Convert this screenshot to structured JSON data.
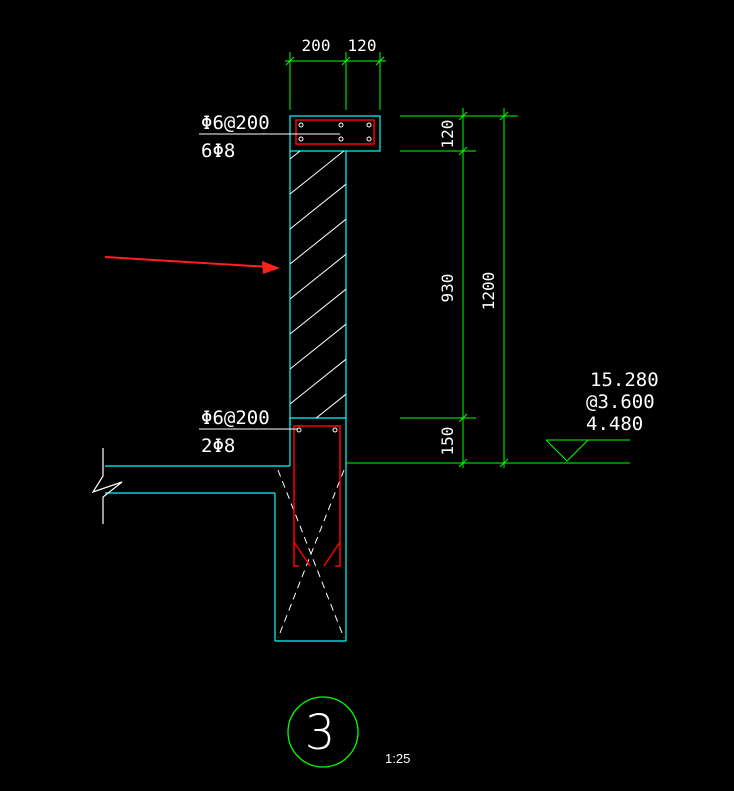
{
  "colors": {
    "background": "#000000",
    "outline": "#00ffff",
    "dimension": "#00ff00",
    "rebar": "#ff0000",
    "text": "#ffffff",
    "hatch": "#ffffff",
    "pointer_arrow": "#ff2020"
  },
  "dimensions": {
    "top_width_1": "200",
    "top_width_2": "120",
    "height_top": "120",
    "height_mid": "930",
    "height_bottom": "150",
    "height_total": "1200"
  },
  "rebar_labels": {
    "top_stirrup": "Φ6@200",
    "top_main": "6Φ8",
    "bottom_stirrup": "Φ6@200",
    "bottom_main": "2Φ8"
  },
  "elevations": [
    "15.280",
    "@3.600",
    "4.480"
  ],
  "detail": {
    "number": "3",
    "scale": "1:25"
  }
}
